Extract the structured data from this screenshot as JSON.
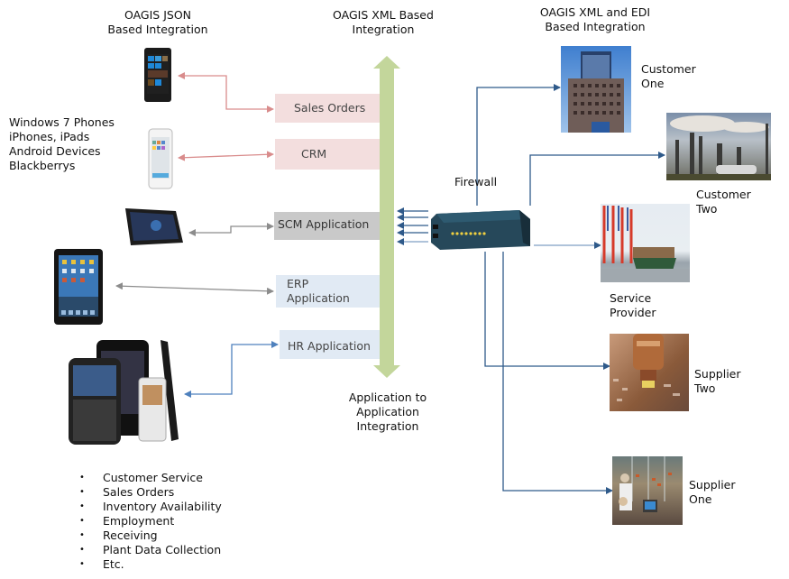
{
  "headers": {
    "json": [
      "OAGIS JSON",
      "Based Integration"
    ],
    "xml": [
      "OAGIS XML Based",
      "Integration"
    ],
    "edi": [
      "OAGIS XML and EDI",
      "Based Integration"
    ]
  },
  "device_list": [
    "Windows 7 Phones",
    "iPhones, iPads",
    "Android Devices",
    "Blackberrys"
  ],
  "applications": [
    {
      "id": "sales-orders",
      "lines": [
        "Sales Orders"
      ],
      "style": "pink"
    },
    {
      "id": "crm",
      "lines": [
        "CRM"
      ],
      "style": "pink"
    },
    {
      "id": "scm",
      "lines": [
        "SCM Application"
      ],
      "style": "grey"
    },
    {
      "id": "erp",
      "lines": [
        "ERP",
        "Application"
      ],
      "style": "blue"
    },
    {
      "id": "hr",
      "lines": [
        "HR Application"
      ],
      "style": "blue"
    }
  ],
  "bus_label": [
    "Application to",
    "Application",
    "Integration"
  ],
  "firewall_label": "Firewall",
  "partners": [
    {
      "id": "customer-one",
      "lines": [
        "Customer",
        "One"
      ]
    },
    {
      "id": "customer-two",
      "lines": [
        "Customer",
        "Two"
      ]
    },
    {
      "id": "service-provider",
      "lines": [
        "Service",
        "Provider"
      ]
    },
    {
      "id": "supplier-two",
      "lines": [
        "Supplier",
        "Two"
      ]
    },
    {
      "id": "supplier-one",
      "lines": [
        "Supplier",
        "One"
      ]
    }
  ],
  "bullets": [
    "Customer Service",
    "Sales Orders",
    "Inventory Availability",
    "Employment",
    "Receiving",
    "Plant Data Collection",
    "Etc."
  ],
  "colors": {
    "pink_arrow": "#d98c8c",
    "grey_arrow": "#8c8c8c",
    "blue_arrow": "#4f81bd",
    "dark_blue_line": "#2f5a8a",
    "bus_green": "#c3d69b"
  }
}
